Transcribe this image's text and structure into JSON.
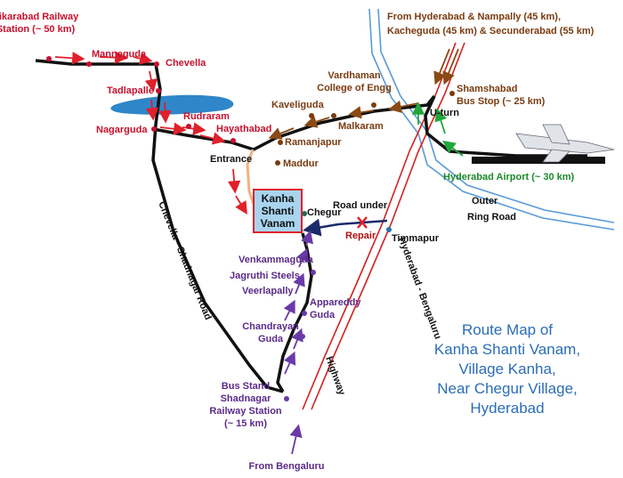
{
  "title_lines": [
    "Route Map of",
    "Kanha Shanti Vanam,",
    "Village Kanha,",
    "Near Chegur Village,",
    "Hyderabad"
  ],
  "places": {
    "vikarabad_1": "Vikarabad Railway",
    "vikarabad_2": "Station (~ 50 km)",
    "manneguda": "Manneguda",
    "chevella": "Chevella",
    "tadlapalle": "Tadlapalle",
    "nagarguda": "Nagarguda",
    "rudraram": "Rudraram",
    "hayathabad": "Hayathabad",
    "entrance": "Entrance",
    "ramanjapur": "Ramanjapur",
    "maddur": "Maddur",
    "kaveliguda": "Kaveliguda",
    "vardhaman_1": "Vardhaman",
    "vardhaman_2": "College of Engg",
    "malkaram": "Malkaram",
    "shamshabad_1": "Shamshabad",
    "shamshabad_2": "Bus Stop (~ 25 km)",
    "uturn": "U-turn",
    "from_hyd_1": "From Hyderabad & Nampally (45 km),",
    "from_hyd_2": "Kacheguda  (45 km)  & Secunderabad (55 km)",
    "airport": "Hyderabad Airport (~ 30 km)",
    "outer_1": "Outer",
    "outer_2": "Ring Road",
    "kanha_1": "Kanha",
    "kanha_2": "Shanti",
    "kanha_3": "Vanam",
    "chegur": "Chegur",
    "road_under": "Road under",
    "repair": "Repair",
    "timmapur": "Timmapur",
    "venkammaguda": "Venkammaguda",
    "jagruthi": "Jagruthi Steels",
    "veerlapally": "Veerlapally",
    "appareddy_1": "Appareddy",
    "appareddy_2": "Guda",
    "chandrayan_1": "Chandrayan",
    "chandrayan_2": "Guda",
    "busstand_1": "Bus Stand",
    "busstand_2": "Shadnagar",
    "busstand_3": "Railway Station",
    "busstand_4": "(~ 15 km)",
    "from_bengaluru": "From Bengaluru",
    "chevella_road": "Chevella  -  Shadnagar Road",
    "highway_1": "Hyderabad  -  Bengaluru",
    "highway_2": "Highway"
  },
  "colors": {
    "red_route": "#e0202a",
    "brown_route": "#8a4a14",
    "purple_route": "#6a3aa8",
    "green_route": "#1fa83a",
    "lake": "#2f86c8",
    "outer_ring": "#5a9ad8",
    "highway": "#d42020",
    "kanha_box": "#a8d4ee",
    "title": "#2a6db5"
  }
}
